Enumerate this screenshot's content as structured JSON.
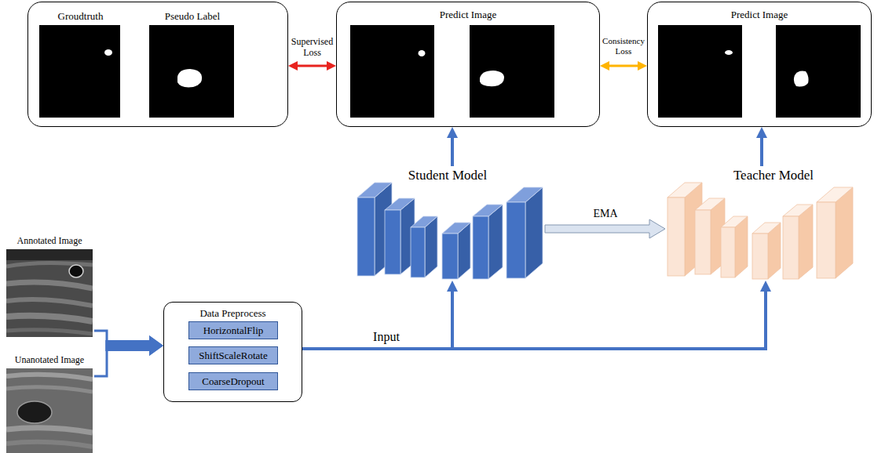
{
  "diagram": {
    "nodes": [
      {
        "text": [
          "Groudtruth",
          "Pseudo Label"
        ]
      },
      {
        "text": [
          "Predict Image"
        ]
      },
      {
        "text": [
          "Predict Image"
        ]
      },
      {
        "text": [
          "Student Model"
        ]
      },
      {
        "text": [
          "Teacher Model"
        ]
      },
      {
        "text": [
          "Annotated Image"
        ]
      },
      {
        "text": [
          "Unanotated Image"
        ]
      },
      {
        "text": [
          "Data Preprocess"
        ]
      },
      {
        "text": [
          "HorizontalFlip"
        ],
        "in": 7
      },
      {
        "text": [
          "ShiftScaleRotate"
        ],
        "in": 7
      },
      {
        "text": [
          "CoarseDropout"
        ],
        "in": 7
      }
    ],
    "edges": [
      {
        "from": 0,
        "to": 1,
        "label": "Supervised Loss",
        "arrow": "both"
      },
      {
        "from": 1,
        "to": 2,
        "label": "Consistency Loss",
        "arrow": "both"
      },
      {
        "from": 3,
        "to": 1,
        "arrow": "to"
      },
      {
        "from": 4,
        "to": 2,
        "arrow": "to"
      },
      {
        "from": 3,
        "to": 4,
        "label": "EMA",
        "arrow": "to"
      },
      {
        "from": 5,
        "to": 7,
        "arrow": "to"
      },
      {
        "from": 6,
        "to": 7,
        "arrow": "to"
      },
      {
        "from": 7,
        "to": 3,
        "label": "Input",
        "arrow": "to"
      },
      {
        "from": 7,
        "to": 4,
        "arrow": "to"
      }
    ]
  }
}
